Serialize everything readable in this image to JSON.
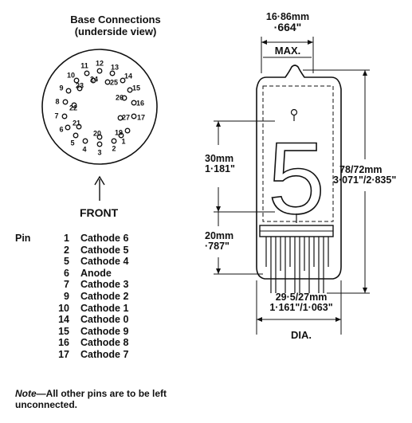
{
  "base": {
    "title_line1": "Base Connections",
    "title_line2": "(underside view)",
    "front_label": "FRONT",
    "pins": [
      {
        "n": "1"
      },
      {
        "n": "2"
      },
      {
        "n": "3"
      },
      {
        "n": "4"
      },
      {
        "n": "5"
      },
      {
        "n": "6"
      },
      {
        "n": "7"
      },
      {
        "n": "8"
      },
      {
        "n": "9"
      },
      {
        "n": "10"
      },
      {
        "n": "11"
      },
      {
        "n": "12"
      },
      {
        "n": "13"
      },
      {
        "n": "14"
      },
      {
        "n": "15"
      },
      {
        "n": "16"
      },
      {
        "n": "17"
      },
      {
        "n": "19"
      },
      {
        "n": "20"
      },
      {
        "n": "21"
      },
      {
        "n": "22"
      },
      {
        "n": "23"
      },
      {
        "n": "24"
      },
      {
        "n": "25"
      },
      {
        "n": "26"
      },
      {
        "n": "27"
      }
    ]
  },
  "pin_table": {
    "header": "Pin",
    "rows": [
      {
        "pin": "1",
        "name": "Cathode 6"
      },
      {
        "pin": "2",
        "name": "Cathode 5"
      },
      {
        "pin": "5",
        "name": "Cathode 4"
      },
      {
        "pin": "6",
        "name": "Anode"
      },
      {
        "pin": "7",
        "name": "Cathode 3"
      },
      {
        "pin": "9",
        "name": "Cathode 2"
      },
      {
        "pin": "10",
        "name": "Cathode 1"
      },
      {
        "pin": "14",
        "name": "Cathode 0"
      },
      {
        "pin": "15",
        "name": "Cathode 9"
      },
      {
        "pin": "16",
        "name": "Cathode 8"
      },
      {
        "pin": "17",
        "name": "Cathode 7"
      }
    ]
  },
  "note": {
    "prefix": "Note",
    "text": "—All other pins are to be left unconnected."
  },
  "tube": {
    "digit": "5",
    "width_mm": "16·86mm",
    "width_in": "·664\"",
    "width_label": "MAX.",
    "digit_height_mm": "30mm",
    "digit_height_in": "1·181\"",
    "base_height_mm": "20mm",
    "base_height_in": "·787\"",
    "overall_mm": "78/72mm",
    "overall_in": "3·071\"/2·835\"",
    "dia_mm": "29·5/27mm",
    "dia_in": "1·161\"/1·063\"",
    "dia_label": "DIA."
  }
}
